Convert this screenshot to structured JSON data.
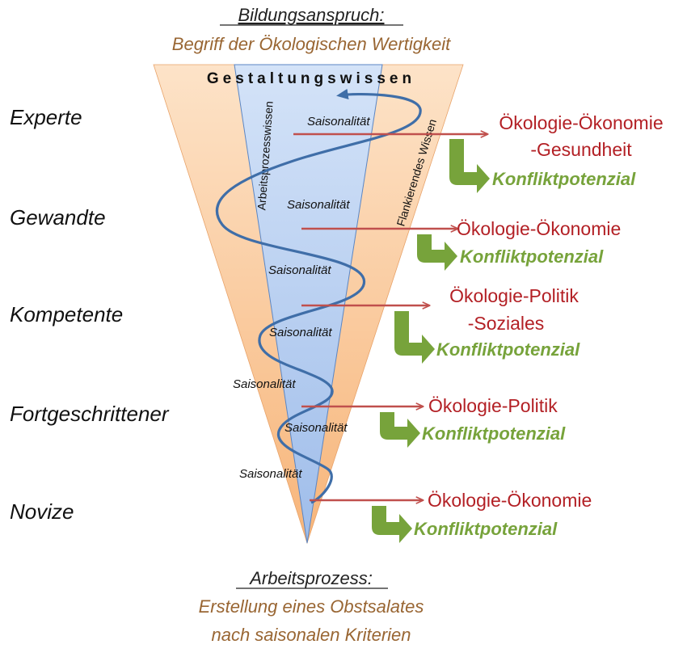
{
  "header": {
    "title": "Bildungsanspruch:",
    "subtitle": "Begriff der Ökologischen Wertigkeit"
  },
  "footer": {
    "title": "Arbeitsprozess:",
    "line1": "Erstellung eines Obstsalates",
    "line2": "nach saisonalen Kriterien"
  },
  "cone": {
    "top_label": "Gestaltungswissen",
    "left_label": "Arbeitsprozesswissen",
    "right_label": "Flankierendes Wissen"
  },
  "levels": [
    {
      "name": "Experte",
      "target": [
        "Ökologie-Ökonomie",
        "-Gesundheit"
      ],
      "conflict": "Konfliktpotenzial"
    },
    {
      "name": "Gewandte",
      "target": [
        "Ökologie-Ökonomie"
      ],
      "conflict": "Konfliktpotenzial"
    },
    {
      "name": "Kompetente",
      "target": [
        "Ökologie-Politik",
        "-Soziales"
      ],
      "conflict": "Konfliktpotenzial"
    },
    {
      "name": "Fortgeschrittener",
      "target": [
        "Ökologie-Politik"
      ],
      "conflict": "Konfliktpotenzial"
    },
    {
      "name": "Novize",
      "target": [
        "Ökologie-Ökonomie"
      ],
      "conflict": "Konfliktpotenzial"
    }
  ],
  "spiral_labels": [
    "Saisonalität",
    "Saisonalität",
    "Saisonalität",
    "Saisonalität",
    "Saisonalität",
    "Saisonalität",
    "Saisonalität"
  ],
  "colors": {
    "outer_cone": "#fbd5b0",
    "inner_cone": "#b7cff2",
    "spiral": "#3f6ea8",
    "red_arrow": "#c0504d",
    "target_text": "#b32025",
    "green": "#77a33b",
    "header_orange": "#996633"
  }
}
